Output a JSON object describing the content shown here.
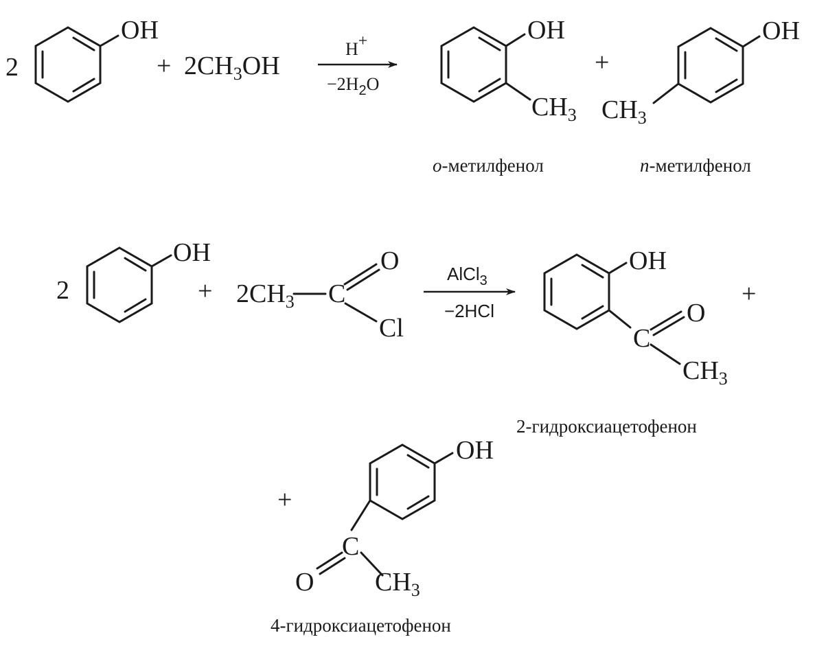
{
  "reaction1": {
    "coefficient": "2",
    "oh": "OH",
    "plus": "+",
    "methanol": {
      "a": "2CH",
      "sub": "3",
      "b": "OH"
    },
    "catalyst": {
      "text": "H",
      "sup": "+"
    },
    "byproduct": {
      "a": "−2H",
      "sub": "2",
      "b": "O"
    },
    "product_oh": "OH",
    "product_ch3": {
      "text": "CH",
      "sub": "3"
    },
    "product_plus": "+",
    "para_oh": "OH",
    "para_ch3": {
      "text": "CH",
      "sub": "3"
    },
    "caption_ortho": {
      "italic": "o",
      "rest": "-метилфенол"
    },
    "caption_para": {
      "italic": "n",
      "rest": "-метилфенол"
    }
  },
  "reaction2": {
    "coefficient": "2",
    "oh": "OH",
    "plus": "+",
    "acyl": {
      "a": "2CH",
      "sub": "3",
      "c": "C",
      "o": "O",
      "cl": "Cl"
    },
    "catalyst": {
      "a": "AlCl",
      "sub": "3"
    },
    "byproduct": "−2HCl",
    "product_oh": "OH",
    "product_c": "C",
    "product_o": "O",
    "product_ch3": {
      "text": "CH",
      "sub": "3"
    },
    "product_plus": "+",
    "caption_ortho": "2-гидроксиацетофенон",
    "second_plus": "+",
    "para_oh": "OH",
    "para_c": "C",
    "para_o": "O",
    "para_ch3": {
      "text": "CH",
      "sub": "3"
    },
    "caption_para": "4-гидроксиацетофенон"
  }
}
